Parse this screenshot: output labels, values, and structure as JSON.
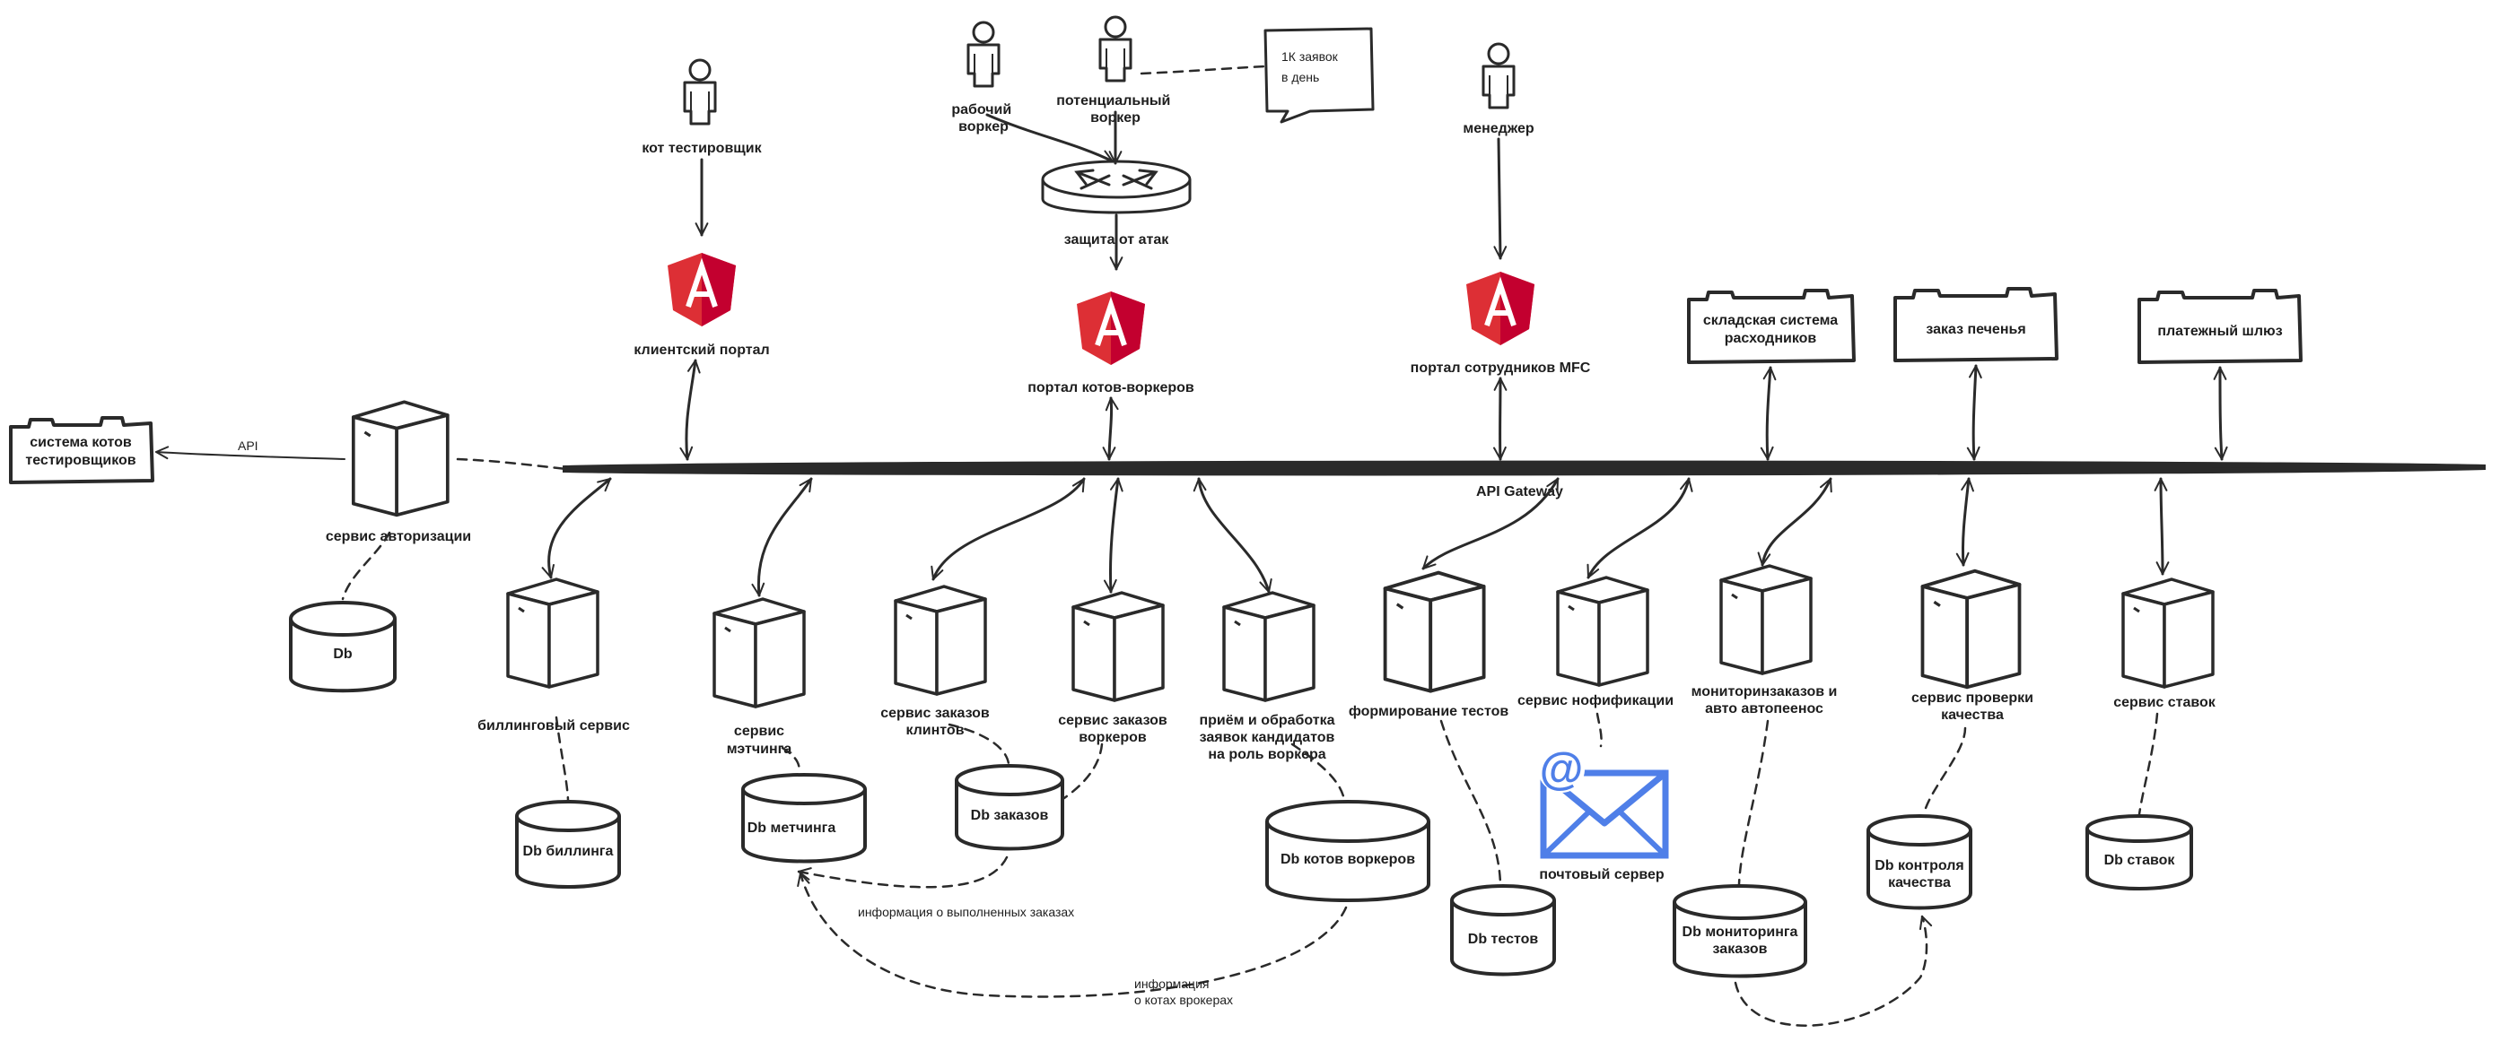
{
  "actors": {
    "tester": "кот тестировщик",
    "worker": "рабочий воркер",
    "potential": "потенциальный воркер",
    "manager": "менеджер"
  },
  "callout": {
    "line1": "1К заявок",
    "line2": "в день"
  },
  "router": {
    "label": "защита от атак"
  },
  "portals": {
    "client": "клиентский портал",
    "workers": "портал котов-воркеров",
    "staff": "портал сотрудников MFC",
    "logo_letter": "A"
  },
  "external": {
    "tester_system": [
      "система котов",
      "тестировщиков"
    ],
    "warehouse": [
      "складская система",
      "расходников"
    ],
    "cookies": "заказ печенья",
    "payment": "платежный шлюз"
  },
  "gateway": {
    "label": "API Gateway"
  },
  "api_label": "API",
  "services": {
    "auth": "сервис авторизации",
    "billing": "биллинговый сервис",
    "matching": [
      "сервис",
      "мэтчинга"
    ],
    "client_orders": [
      "сервис заказов",
      "клинтов"
    ],
    "worker_orders": [
      "сервис заказов",
      "воркеров"
    ],
    "applications": [
      "приём и обработка",
      "заявок кандидатов",
      "на роль воркера"
    ],
    "tests": "формирование тестов",
    "notifications": "сервис нофификации",
    "monitoring": [
      "мониторинзаказов и",
      "авто автопеенос"
    ],
    "quality": [
      "сервис проверки",
      "качества"
    ],
    "bids": "сервис ставок"
  },
  "databases": {
    "auth": "Db",
    "billing": "Db биллинга",
    "matching": "Db метчинга",
    "orders": "Db заказов",
    "workers": "Db котов воркеров",
    "tests": "Db тестов",
    "monitoring": [
      "Db мониторинга",
      "заказов"
    ],
    "quality": [
      "Db контроля",
      "качества"
    ],
    "bids": "Db ставок"
  },
  "mail": {
    "label": "почтовый сервер",
    "symbol": "@"
  },
  "annotations": {
    "completed_orders": "информация о выполненных заказах",
    "worker_info": [
      "информация",
      "о котах врокерах"
    ]
  },
  "colors": {
    "ink": "#2a2a2a",
    "angular_red": "#dd2f35",
    "angular_dark": "#c3002f",
    "mail_blue": "#4f7fe8"
  }
}
